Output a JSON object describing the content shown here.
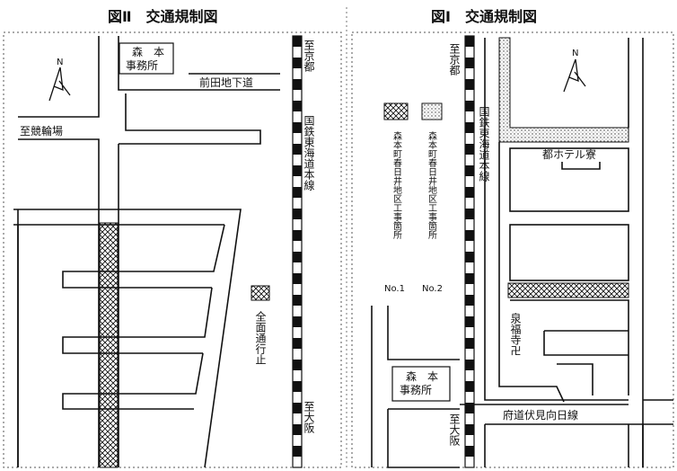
{
  "left_map": {
    "title": "図Ⅱ　交通規制図",
    "north": "N",
    "office_name": "森　本",
    "office_sub": "事務所",
    "road_maeda": "前田地下道",
    "to_kyoto": "至京都",
    "to_keirin": "至競輪場",
    "railway": "国鉄東海道本線",
    "to_osaka": "至大阪",
    "full_closure": "全面通行止"
  },
  "right_map": {
    "title": "図Ⅰ　交通規制図",
    "north": "N",
    "to_kyoto": "至京都",
    "railway": "国鉄東海道本線",
    "hotel": "都ホテル寮",
    "site1": "森本町春日井地区工事箇所",
    "site1_no": "No.1",
    "site2": "森本町春日井地区工事箇所",
    "site2_no": "No.2",
    "temple": "泉福寺卍",
    "office_name": "森　本",
    "office_sub": "事務所",
    "road_fushimi": "府道伏見向日線",
    "to_osaka": "至大阪"
  },
  "colors": {
    "ink": "#111111",
    "background": "#ffffff",
    "frame": "#555555"
  }
}
